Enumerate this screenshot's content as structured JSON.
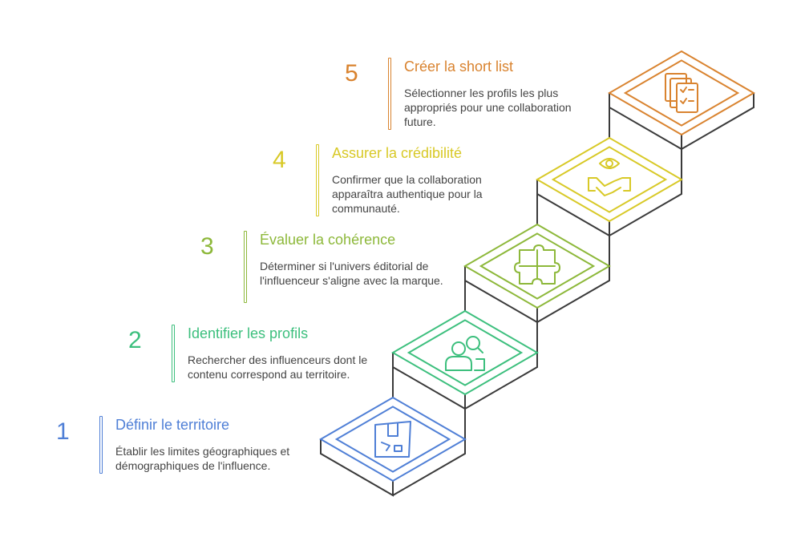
{
  "steps": [
    {
      "number": "1",
      "title": "Définir le territoire",
      "description": "Établir les limites géographiques et démographiques de l'influence.",
      "color": "#4f7fd6",
      "icon": "map-icon"
    },
    {
      "number": "2",
      "title": "Identifier les profils",
      "description": "Rechercher des influenceurs dont le contenu correspond au territoire.",
      "color": "#3cbf7d",
      "icon": "user-search-icon"
    },
    {
      "number": "3",
      "title": "Évaluer la cohérence",
      "description": "Déterminer si l'univers éditorial de l'influenceur s'aligne avec la marque.",
      "color": "#8db83a",
      "icon": "puzzle-icon"
    },
    {
      "number": "4",
      "title": "Assurer la crédibilité",
      "description": "Confirmer que la collaboration apparaîtra authentique pour la communauté.",
      "color": "#d8c927",
      "icon": "handshake-eye-icon"
    },
    {
      "number": "5",
      "title": "Créer la short list",
      "description": "Sélectionner les profils les plus appropriés pour une collaboration future.",
      "color": "#d9832f",
      "icon": "checklist-icon"
    }
  ],
  "outline_color": "#3a3a3a"
}
